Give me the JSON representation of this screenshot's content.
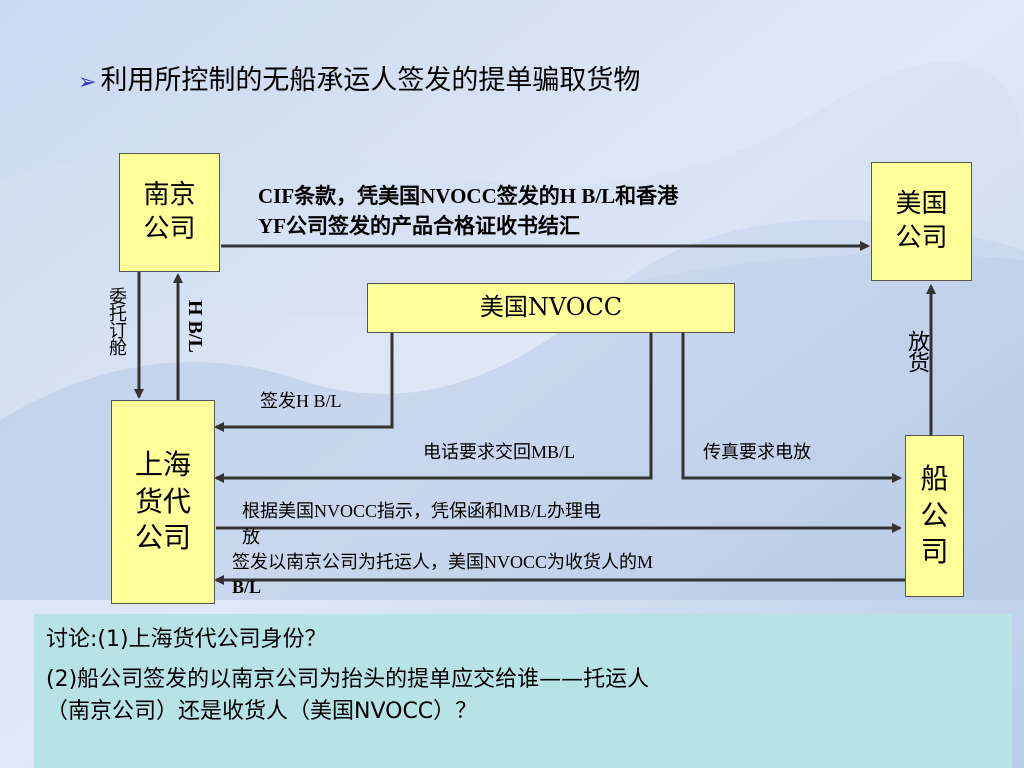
{
  "slide": {
    "title": "利用所控制的无船承运人签发的提单骗取货物",
    "bullet_icon": "arrow-bullet"
  },
  "boxes": {
    "nanjing": "南京\n公司",
    "usa": "美国\n公司",
    "nvocc": "美国NVOCC",
    "shanghai": "上海\n货代\n公司",
    "carrier": "船\n公\n司"
  },
  "labels": {
    "cif_line1": "CIF条款，凭美国NVOCC签发的H B/L和香港",
    "cif_line2": "YF公司签发的产品合格证收书结汇",
    "entrust": "委托订舱",
    "hbl_vert": "H B/L",
    "release": "放货",
    "issue_hbl": "签发H B/L",
    "phone": "电话要求交回MB/L",
    "fax": "传真要求电放",
    "instruct_line1": "根据美国NVOCC指示，凭保函和MB/L办理电",
    "instruct_line2": "放",
    "issue_mbl_line1": "签发以南京公司为托运人，美国NVOCC为收货人的M",
    "issue_mbl_line2": "B/L"
  },
  "discussion": {
    "q1": "讨论:(1)上海货代公司身份？",
    "q2_line1": "(2)船公司签发的以南京公司为抬头的提单应交给谁——托运人",
    "q2_line2": "（南京公司）还是收货人（美国NVOCC）？"
  },
  "colors": {
    "box_fill": "#ffff99",
    "discussion_fill": "#b7e2e6",
    "arrow": "#333333",
    "bullet": "#3333cc"
  }
}
